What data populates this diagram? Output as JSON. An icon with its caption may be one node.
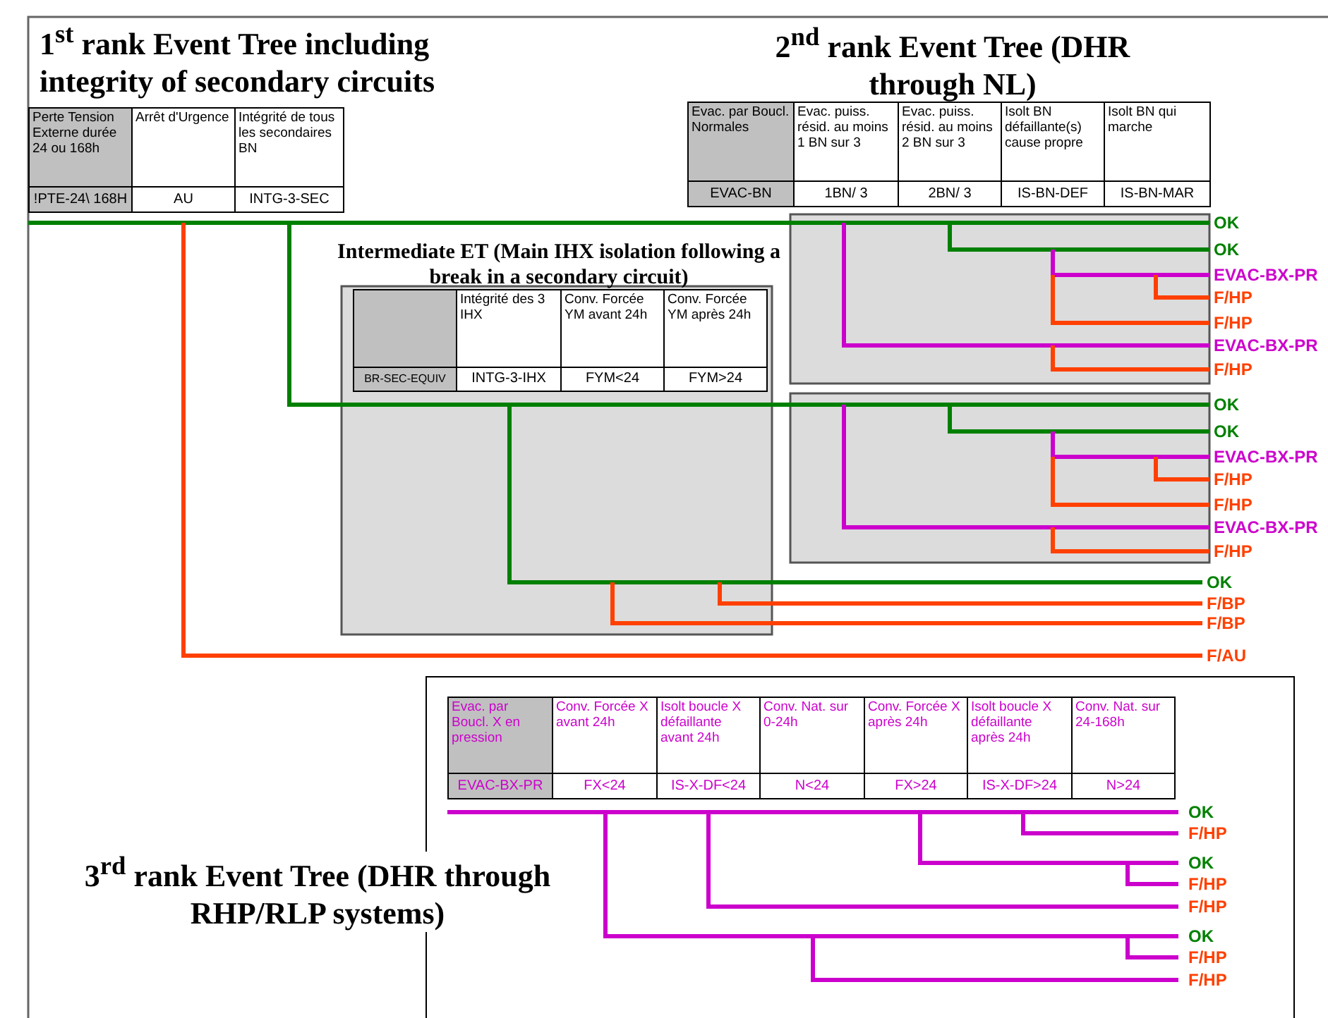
{
  "diagram": {
    "labels": [
      "1$^{st}$ rank Event Tree including integrity of secondary circuits",
      "2$^{nd}$ rank Event Tree (DHR through NL)",
      "Perte Tension Externe durée 24 ou 168h",
      "Arrêt d'Urgence",
      "Intégrité de tous les secondaires BN",
      "!PTE-24\\ 168H",
      "AU",
      "INTG-3-SEC",
      "Evac. par Boucl. Normales",
      "Evac. puiss. résid. au moins 1 BN sur 3",
      "Evac. puiss. résid. au moins 2 BN sur 3",
      "Isolt BN défaillante(s) cause propre",
      "Isolt BN qui marche",
      "EVAC-BN",
      "1BN/ 3",
      "2BN/ 3",
      "IS-BN-DEF",
      "IS-BN-MAR",
      "Intermediate ET (Main IHX isolation following a break in a secondary circuit)",
      "Intégrité des 3 IHX",
      "Conv. Forcée YM avant 24h",
      "Conv. Forcée YM après 24h",
      "BR-SEC-EQUIV",
      "INTG-3-IHX",
      "FYM<24",
      "FYM>24",
      "OK",
      "OK",
      "EVAC-BX-PR",
      "F/HP",
      "F/HP",
      "EVAC-BX-PR",
      "F/HP",
      "OK",
      "OK",
      "EVAC-BX-PR",
      "F/HP",
      "F/HP",
      "EVAC-BX-PR",
      "F/HP",
      "OK",
      "F/BP",
      "F/BP",
      "F/AU",
      "Evac. par Boucl. X en pression",
      "Conv. Forcée X avant 24h",
      "Isolt boucle X défaillante avant 24h",
      "Conv. Nat. sur 0-24h",
      "Conv. Forcée X après 24h",
      "Isolt boucle X défaillante après 24h",
      "Conv. Nat. sur 24-168h",
      "EVAC-BX-PR",
      "FX<24",
      "IS-X-DF<24",
      "N<24",
      "FX>24",
      "IS-X-DF>24",
      "N>24",
      "3$^{rd}$ rank Event Tree (DHR through RHP/RLP systems)",
      "OK",
      "F/HP",
      "OK",
      "F/HP",
      "F/HP",
      "OK",
      "F/HP",
      "F/HP"
    ]
  }
}
